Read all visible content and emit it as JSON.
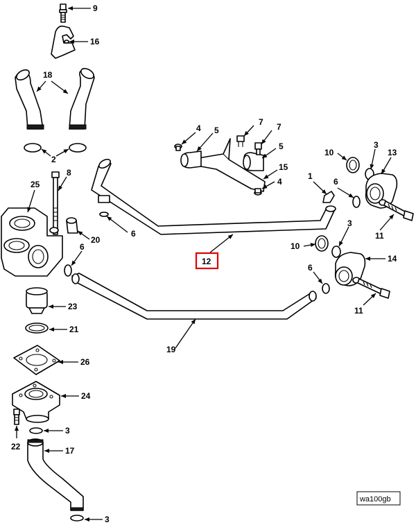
{
  "callouts": {
    "c9": "9",
    "c16": "16",
    "c18": "18",
    "c2": "2",
    "c8": "8",
    "c25": "25",
    "c20": "20",
    "c6_main": "6",
    "c6_top": "6",
    "c23": "23",
    "c21": "21",
    "c26": "26",
    "c24": "24",
    "c22": "22",
    "c3_bottom": "3",
    "c17": "17",
    "c3_end": "3",
    "c19": "19",
    "c12": "12",
    "c4_a": "4",
    "c5_a": "5",
    "c7_a": "7",
    "c7_b": "7",
    "c5_b": "5",
    "c15": "15",
    "c4_b": "4",
    "c1": "1",
    "c6_right": "6",
    "c10_a": "10",
    "c3_a": "3",
    "c13": "13",
    "c11_a": "11",
    "c3_b": "3",
    "c10_b": "10",
    "c14": "14",
    "c6_low": "6",
    "c11_b": "11"
  },
  "highlighted_callout": "12",
  "figure_id": "wa100gb"
}
